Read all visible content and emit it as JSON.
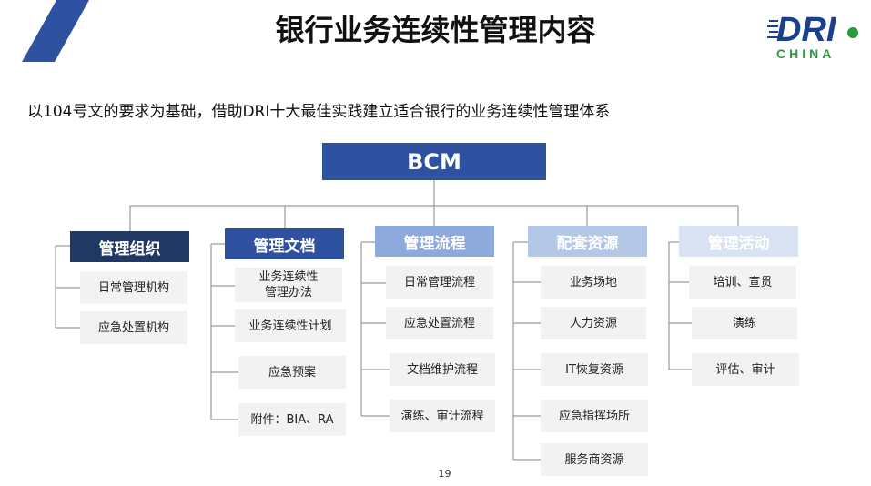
{
  "header": {
    "title": "银行业务连续性管理内容",
    "subtitle": "以104号文的要求为基础，借助DRI十大最佳实践建立适合银行的业务连续性管理体系"
  },
  "logo": {
    "main": "DRI",
    "sub": "CHINA"
  },
  "colors": {
    "accent": "#2f52a0",
    "dark": "#1f3864",
    "light": "#8ea9db",
    "lighter": "#b4c7e7",
    "palest": "#d9e2f3",
    "box": "#f2f2f2"
  },
  "root": {
    "label": "BCM"
  },
  "categories": [
    {
      "label": "管理组织",
      "items": [
        "日常管理机构",
        "应急处置机构"
      ]
    },
    {
      "label": "管理文档",
      "items": [
        "业务连续性\n管理办法",
        "业务连续性计划",
        "应急预案",
        "附件：BIA、RA"
      ]
    },
    {
      "label": "管理流程",
      "items": [
        "日常管理流程",
        "应急处置流程",
        "文档维护流程",
        "演练、审计流程"
      ]
    },
    {
      "label": "配套资源",
      "items": [
        "业务场地",
        "人力资源",
        "IT恢复资源",
        "应急指挥场所",
        "服务商资源"
      ]
    },
    {
      "label": "管理活动",
      "items": [
        "培训、宣贯",
        "演练",
        "评估、审计"
      ]
    }
  ],
  "footer": {
    "page_number": "19"
  }
}
